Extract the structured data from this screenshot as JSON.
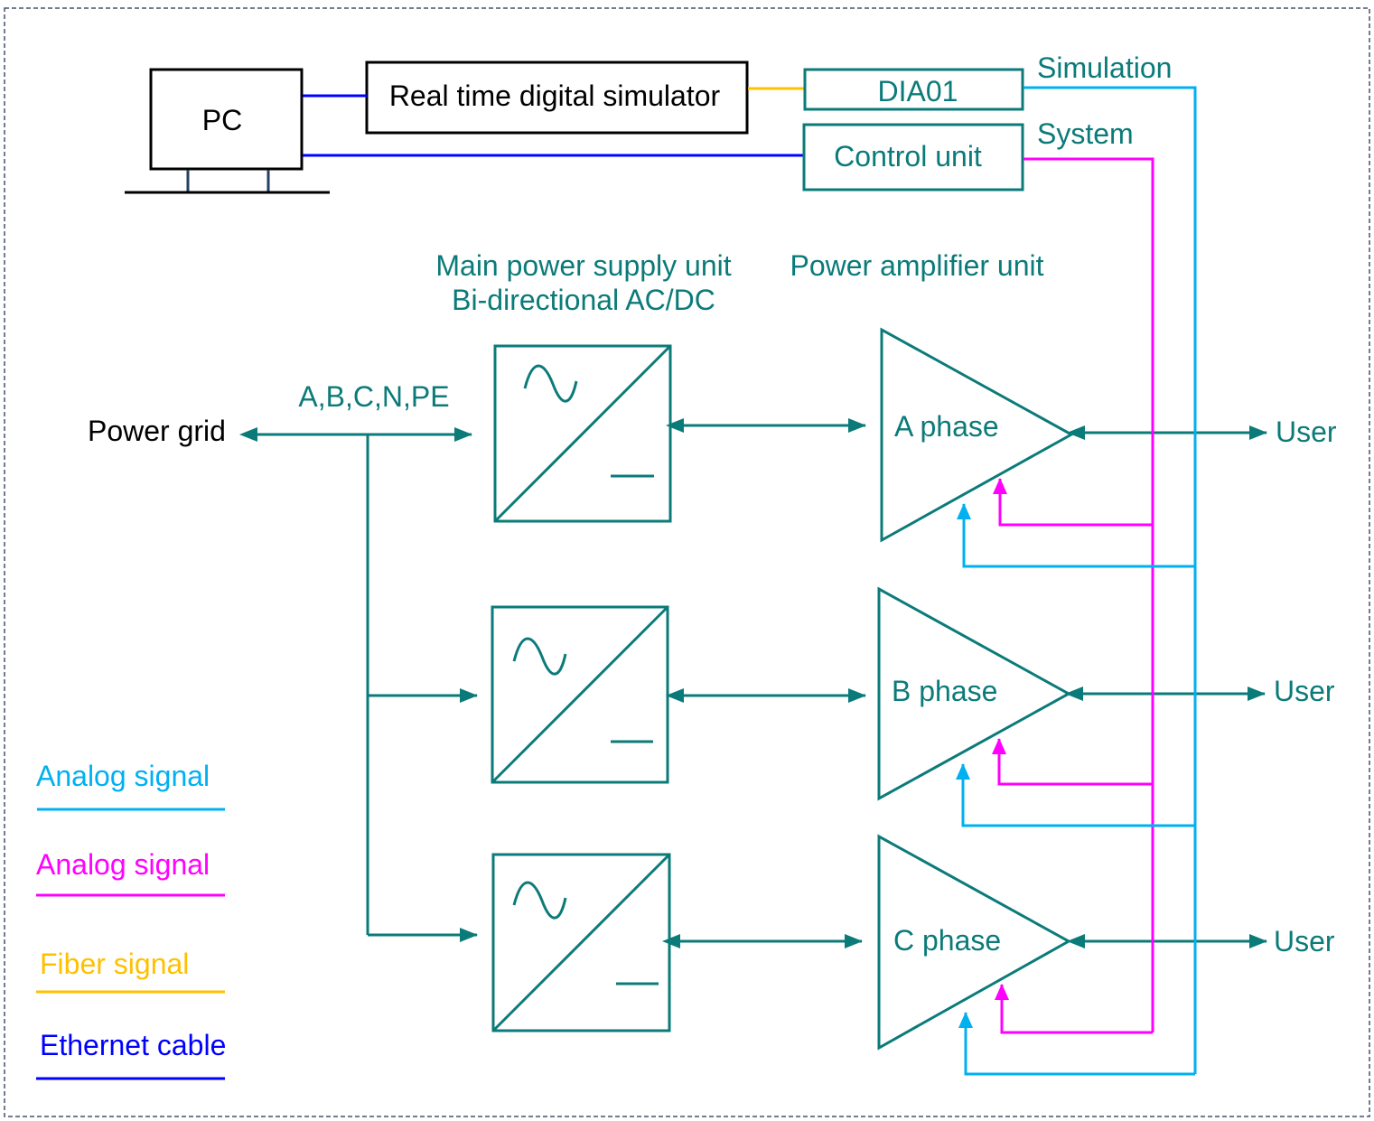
{
  "colors": {
    "teal": "#0b7b79",
    "analog_cyan": "#00b0f0",
    "analog_magenta": "#ff00ff",
    "fiber": "#ffc000",
    "ethernet": "#0000ff",
    "black": "#000000",
    "pc_stand": "#254061"
  },
  "blocks": {
    "pc": "PC",
    "rtds": "Real time digital simulator",
    "dia01": "DIA01",
    "control_unit": "Control unit"
  },
  "signals": {
    "simulation": "Simulation",
    "system": "System"
  },
  "headings": {
    "psu_line1": "Main power supply unit",
    "psu_line2": "Bi-directional AC/DC",
    "amp": "Power amplifier unit"
  },
  "grid": {
    "label": "Power grid",
    "phases": "A,B,C,N,PE"
  },
  "phases": [
    {
      "label": "A phase",
      "output": "User"
    },
    {
      "label": "B phase",
      "output": "User"
    },
    {
      "label": "C phase",
      "output": "User"
    }
  ],
  "legend": [
    {
      "label": "Analog signal",
      "color": "#00b0f0"
    },
    {
      "label": "Analog signal",
      "color": "#ff00ff"
    },
    {
      "label": "Fiber signal",
      "color": "#ffc000"
    },
    {
      "label": "Ethernet cable",
      "color": "#0000ff"
    }
  ]
}
